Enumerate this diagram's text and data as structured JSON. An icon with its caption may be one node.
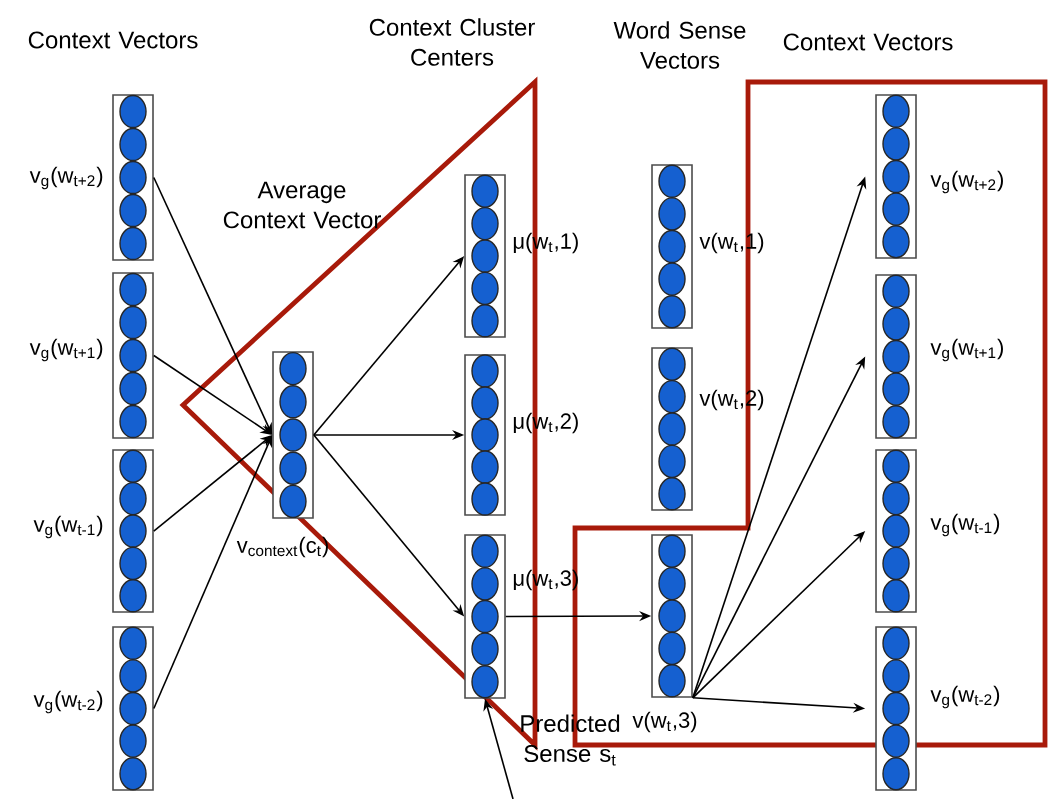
{
  "diagram": {
    "nodes": [
      {
        "text": [],
        "shape": "box",
        "beside": [
          "v$_{g}$(w$_{t+2}$)"
        ]
      },
      {
        "text": [],
        "shape": "box",
        "beside": [
          "v$_{g}$(w$_{t+1}$)"
        ]
      },
      {
        "text": [],
        "shape": "box",
        "beside": [
          "v$_{g}$(w$_{t-1}$)"
        ]
      },
      {
        "text": [],
        "shape": "box",
        "beside": [
          "v$_{g}$(w$_{t-2}$)"
        ]
      },
      {
        "text": [],
        "shape": "box",
        "beside": [
          "v$_{context}$(c$_{t}$)"
        ]
      },
      {
        "text": [],
        "shape": "box",
        "beside": [
          "μ(w$_{t}$,1)"
        ]
      },
      {
        "text": [],
        "shape": "box",
        "beside": [
          "μ(w$_{t}$,2)"
        ]
      },
      {
        "text": [],
        "shape": "box",
        "beside": [
          "μ(w$_{t}$,3)"
        ]
      },
      {
        "text": [],
        "shape": "box",
        "beside": [
          "v(w$_{t}$,1)"
        ]
      },
      {
        "text": [],
        "shape": "box",
        "beside": [
          "v(w$_{t}$,2)"
        ]
      },
      {
        "text": [],
        "shape": "box",
        "beside": [
          "v(w$_{t}$,3)"
        ]
      },
      {
        "text": [],
        "shape": "box",
        "beside": [
          "v$_{g}$(w$_{t+2}$)"
        ]
      },
      {
        "text": [],
        "shape": "box",
        "beside": [
          "v$_{g}$(w$_{t+1}$)"
        ]
      },
      {
        "text": [],
        "shape": "box",
        "beside": [
          "v$_{g}$(w$_{t-1}$)"
        ]
      },
      {
        "text": [],
        "shape": "box",
        "beside": [
          "v$_{g}$(w$_{t-2}$)"
        ]
      }
    ],
    "edges": [
      {
        "from": 0,
        "to": 4,
        "arrow": "to"
      },
      {
        "from": 1,
        "to": 4,
        "arrow": "to"
      },
      {
        "from": 2,
        "to": 4,
        "arrow": "to"
      },
      {
        "from": 3,
        "to": 4,
        "arrow": "to"
      },
      {
        "from": 4,
        "to": 5,
        "arrow": "to"
      },
      {
        "from": 4,
        "to": 6,
        "arrow": "to"
      },
      {
        "from": 4,
        "to": 7,
        "arrow": "to"
      },
      {
        "from": null,
        "to": 7,
        "arrow": "to"
      },
      {
        "from": 7,
        "to": 10,
        "arrow": "to"
      },
      {
        "from": 10,
        "to": 11,
        "arrow": "to"
      },
      {
        "from": 10,
        "to": 12,
        "arrow": "to"
      },
      {
        "from": 10,
        "to": 13,
        "arrow": "to"
      },
      {
        "from": 10,
        "to": 14,
        "arrow": "to"
      }
    ],
    "labels": [
      "Context Vectors",
      "Context Cluster Centers",
      "Word Sense Vectors",
      "Context Vectors",
      "Average Context Vector",
      "Predicted Sense s$_{t}$"
    ]
  }
}
